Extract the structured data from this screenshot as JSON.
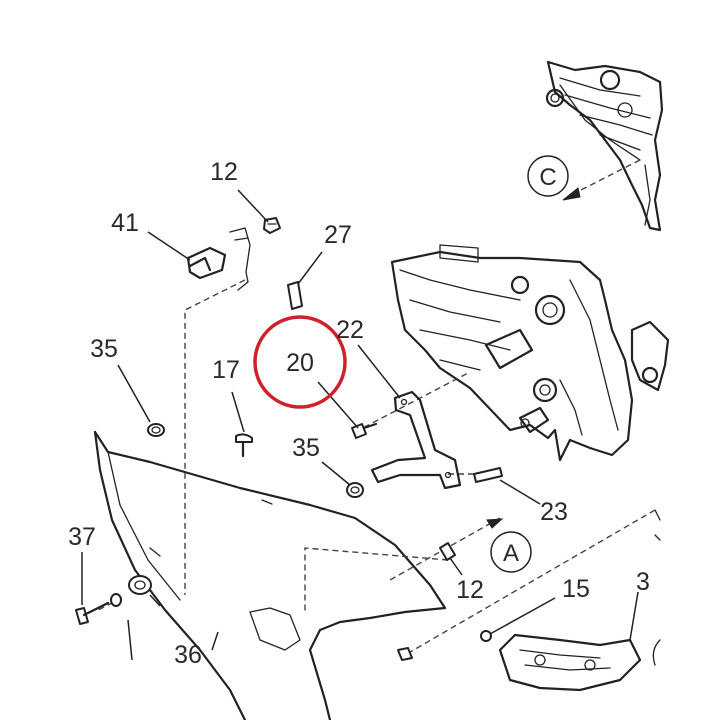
{
  "diagram": {
    "callouts": [
      {
        "id": "c12a",
        "label": "12"
      },
      {
        "id": "c41",
        "label": "41"
      },
      {
        "id": "c27",
        "label": "27"
      },
      {
        "id": "c22",
        "label": "22"
      },
      {
        "id": "c35a",
        "label": "35"
      },
      {
        "id": "c20",
        "label": "20",
        "highlighted": true
      },
      {
        "id": "c17",
        "label": "17"
      },
      {
        "id": "c35b",
        "label": "35"
      },
      {
        "id": "c23",
        "label": "23"
      },
      {
        "id": "c37",
        "label": "37"
      },
      {
        "id": "c36",
        "label": "36"
      },
      {
        "id": "c12b",
        "label": "12"
      },
      {
        "id": "c15",
        "label": "15"
      },
      {
        "id": "c3",
        "label": "3"
      }
    ],
    "view_markers": [
      {
        "id": "vC",
        "label": "C"
      },
      {
        "id": "vA",
        "label": "A"
      }
    ],
    "highlight_color": "#d0202a"
  }
}
